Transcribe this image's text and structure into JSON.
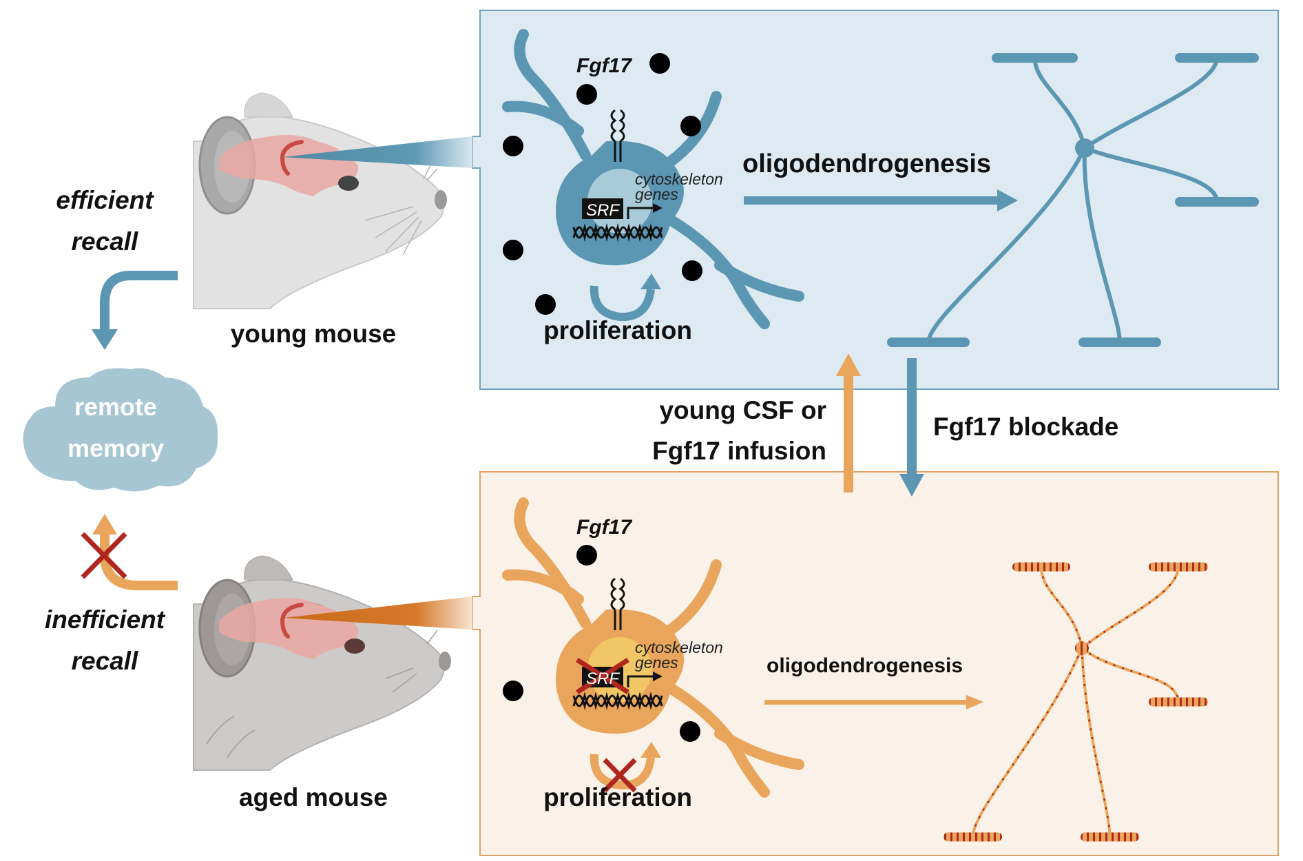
{
  "figure": {
    "young_label": "young mouse",
    "aged_label": "aged mouse",
    "efficient_recall": [
      "efficient",
      "recall"
    ],
    "inefficient_recall": [
      "inefficient",
      "recall"
    ],
    "memory_cloud": [
      "remote",
      "memory"
    ],
    "young_panel": {
      "ligand_label": "Fgf17",
      "tf_label": "SRF",
      "gene_label": [
        "cytoskeleton",
        "genes"
      ],
      "process_label": "proliferation",
      "outcome_label": "oligodendrogenesis",
      "tf_active": true,
      "proliferation_active": true
    },
    "aged_panel": {
      "ligand_label": "Fgf17",
      "tf_label": "SRF",
      "gene_label": [
        "cytoskeleton",
        "genes"
      ],
      "process_label": "proliferation",
      "outcome_label": "oligodendrogenesis",
      "tf_active": false,
      "proliferation_active": false
    },
    "rescue_label": [
      "young CSF or",
      "Fgf17 infusion"
    ],
    "blockade_label": "Fgf17 blockade"
  },
  "colors": {
    "young_accent": "#5b97b3",
    "young_panel_bg": "#deeaf1",
    "young_nucleus": "#a9cad9",
    "aged_accent": "#e8a55b",
    "aged_panel_bg": "#faf2e9",
    "aged_nucleus": "#f1c766",
    "aged_beam": "#d2741f",
    "inhibit_red": "#b0261e",
    "cloud": "#a6c6d4",
    "myelin_defect": "#b02a1c"
  },
  "icons": {
    "ligand": "black-dot",
    "receptor": "fgf-receptor",
    "dna": "double-helix",
    "inhibition": "red-x",
    "memory": "cloud"
  }
}
